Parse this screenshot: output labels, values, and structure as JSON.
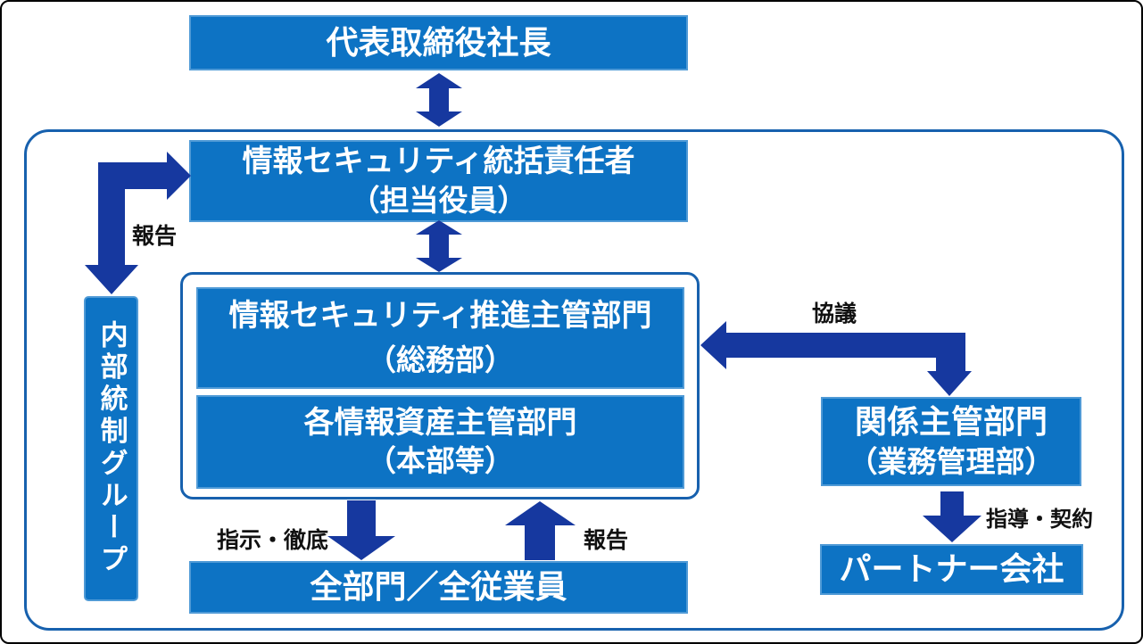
{
  "diagram": {
    "title_note": "",
    "nodes": {
      "ceo": {
        "label": "代表取締役社長"
      },
      "ciso": {
        "line1": "情報セキュリティ統括責任者",
        "line2": "（担当役員）"
      },
      "promotion_dept": {
        "line1": "情報セキュリティ推進主管部門",
        "line2": "（総務部）"
      },
      "asset_dept": {
        "line1": "各情報資産主管部門",
        "line2": "（本部等）"
      },
      "internal_control": {
        "label": "内部統制グループ"
      },
      "related_dept": {
        "line1": "関係主管部門",
        "line2": "（業務管理部）"
      },
      "partner": {
        "label": "パートナー会社"
      },
      "all_members": {
        "label": "全部門／全従業員"
      }
    },
    "edge_labels": {
      "report_left": "報告",
      "consult": "協議",
      "instruct": "指示・徹底",
      "report_bottom": "報告",
      "guide_contract": "指導・契約"
    },
    "colors": {
      "node_fill": "#0d73c4",
      "node_border": "#4f9ad6",
      "arrow": "#16389f",
      "container_border": "#1761ae",
      "label_text": "#111111",
      "node_text": "#ffffff"
    }
  }
}
